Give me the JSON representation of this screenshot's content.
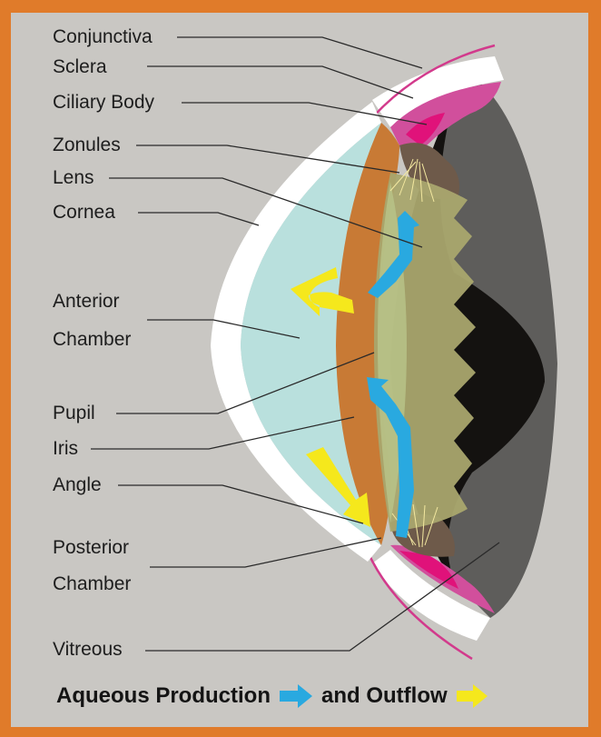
{
  "labels": {
    "conjunctiva": "Conjunctiva",
    "sclera": "Sclera",
    "ciliary_body": "Ciliary Body",
    "zonules": "Zonules",
    "lens": "Lens",
    "cornea": "Cornea",
    "anterior": "Anterior",
    "chamber_a": "Chamber",
    "pupil": "Pupil",
    "iris": "Iris",
    "angle": "Angle",
    "posterior": "Posterior",
    "chamber_p": "Chamber",
    "vitreous": "Vitreous"
  },
  "legend": {
    "production": "Aqueous Production",
    "outflow": "and Outflow"
  },
  "colors": {
    "frame": "#e07b2a",
    "background": "#c9c7c3",
    "aqueous_production": "#29a9e0",
    "outflow": "#f5e81c",
    "ciliary_body": "#e0127a",
    "iris": "#c87a35",
    "cornea_chamber": "#b9e0dd",
    "lens": "#a9a66e"
  }
}
